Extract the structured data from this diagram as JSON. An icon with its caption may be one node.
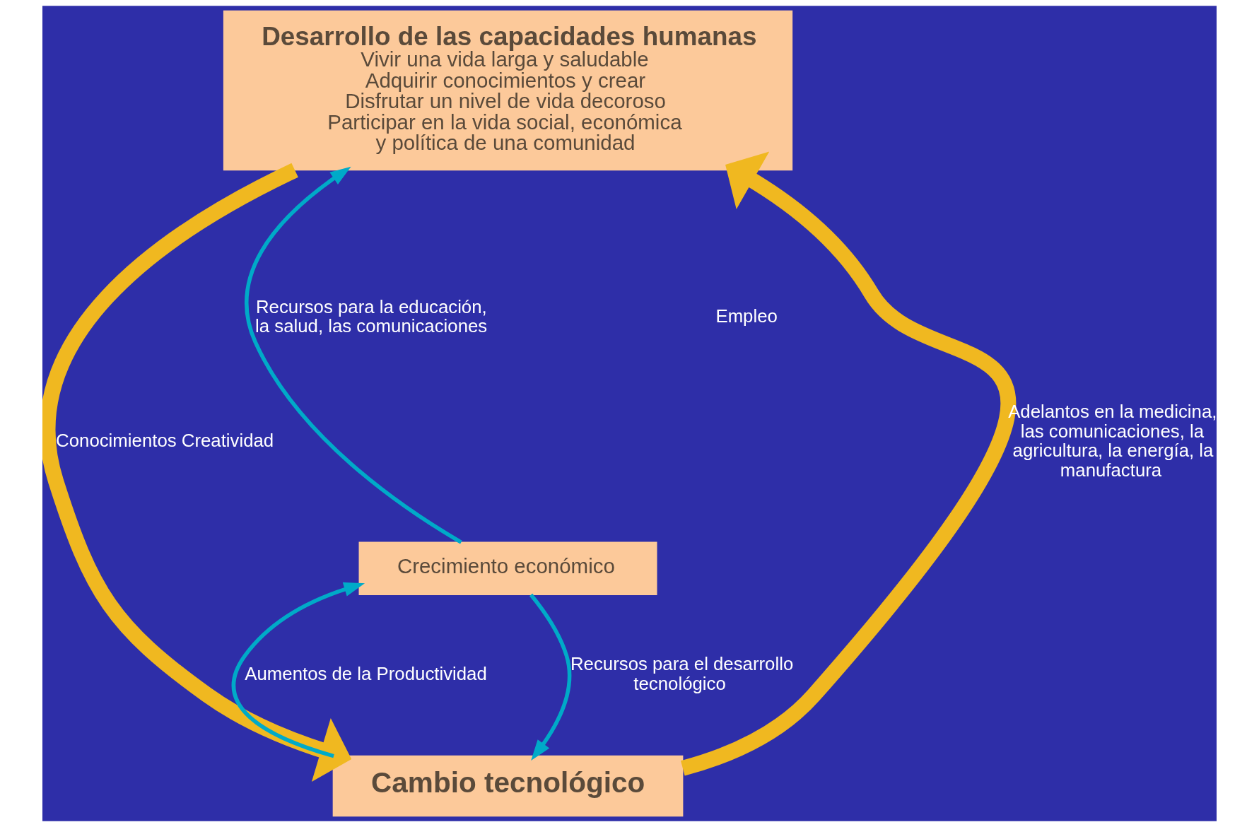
{
  "diagram": {
    "nodes": [
      {
        "text": [
          "Desarrollo de las capacidades humanas",
          "Vivir una vida larga y saludable",
          "Adquirir conocimientos y crear",
          "Disfrutar un nivel de vida decoroso",
          "Participar en la vida social, económica y política de una comunidad"
        ]
      },
      {
        "text": [
          "Crecimiento económico"
        ]
      },
      {
        "text": [
          "Cambio tecnológico"
        ]
      }
    ],
    "edges": [
      {
        "from": 0,
        "to": 2,
        "arrow": "to",
        "label": "Conocimientos Creatividad",
        "style": "thick",
        "color": "#f0b820"
      },
      {
        "from": 2,
        "to": 0,
        "arrow": "to",
        "label": "Adelantos en la medicina, las comunicaciones, la agricultura, la energía, la manufactura",
        "style": "thick",
        "color": "#f0b820"
      },
      {
        "from": 1,
        "to": 0,
        "arrow": "to",
        "label": "Recursos para la educación, la salud, las comunicaciones"
      },
      {
        "from": 1,
        "to": 2,
        "arrow": "to",
        "label": "Recursos para el desarrollo tecnológico"
      },
      {
        "from": 2,
        "to": 1,
        "arrow": "to",
        "label": "Aumentos de la Productividad"
      }
    ],
    "labels": [
      "Empleo"
    ]
  }
}
